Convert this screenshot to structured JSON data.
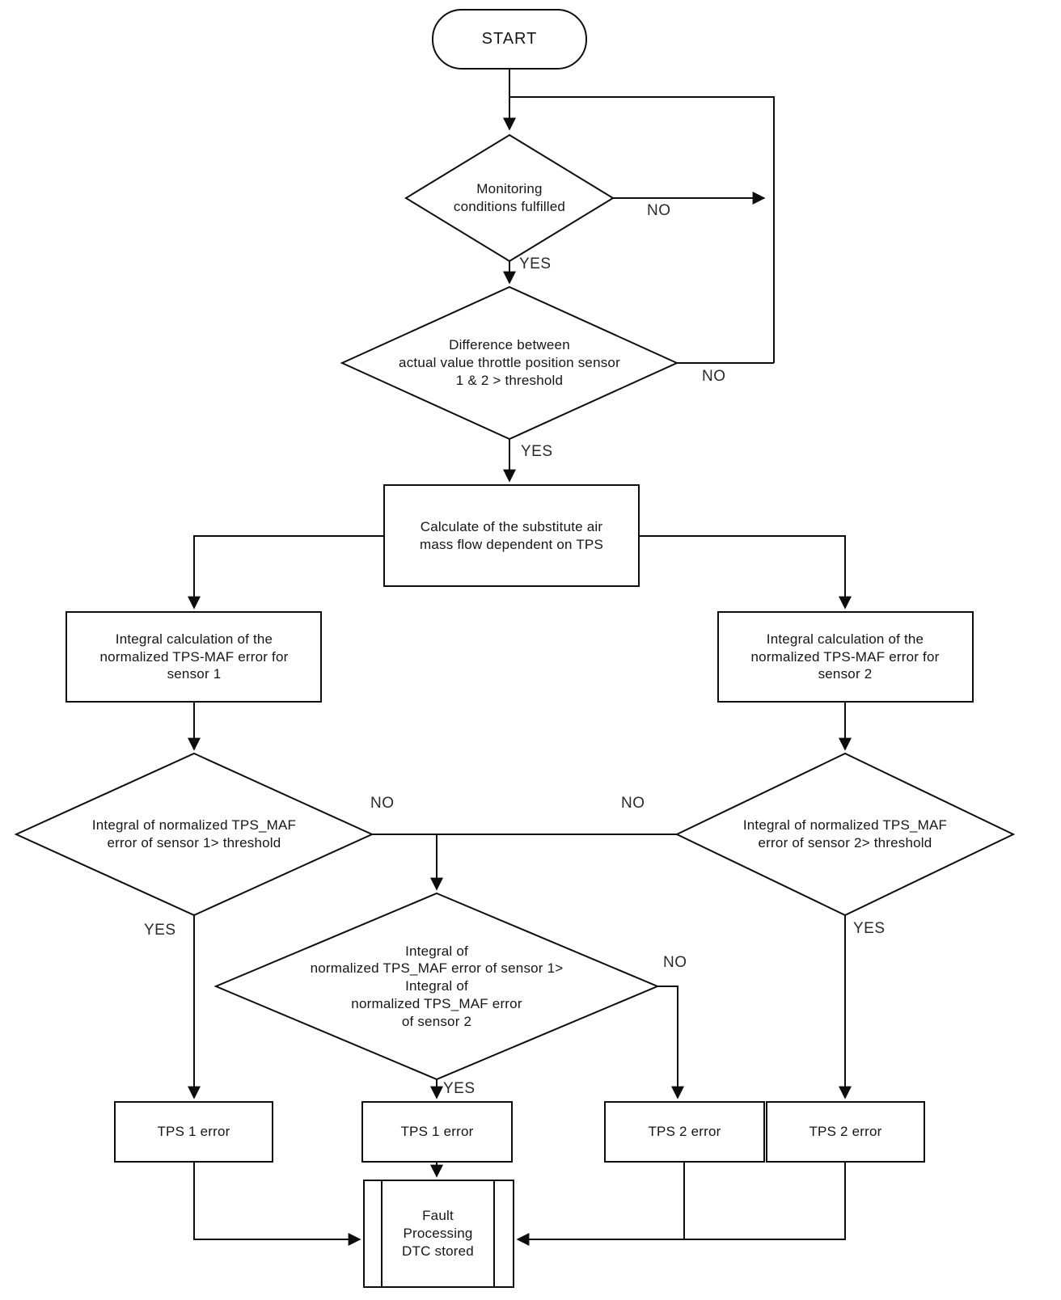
{
  "figure": {
    "background_color": "#ffffff",
    "line_color": "#0d0d0d",
    "text_color": "#161616"
  },
  "nodes": {
    "start": {
      "type": "terminator",
      "label": "START"
    },
    "monitoring_decision": {
      "type": "decision",
      "label": "Monitoring\nconditions fulfilled"
    },
    "difference_decision": {
      "type": "decision",
      "label": "Difference between\nactual value throttle position sensor\n1 & 2 > threshold"
    },
    "calc_substitute_air": {
      "type": "process",
      "label": "Calculate of the substitute air\nmass flow dependent on TPS"
    },
    "integral_sensor1": {
      "type": "process",
      "label": "Integral calculation of the\nnormalized TPS-MAF error for\nsensor 1"
    },
    "integral_sensor2": {
      "type": "process",
      "label": "Integral calculation of the\nnormalized TPS-MAF error for\nsensor 2"
    },
    "threshold_sensor1_decision": {
      "type": "decision",
      "label": "Integral of normalized TPS_MAF\nerror of sensor 1> threshold"
    },
    "threshold_sensor2_decision": {
      "type": "decision",
      "label": "Integral of normalized TPS_MAF\nerror of sensor 2> threshold"
    },
    "compare_integrals_decision": {
      "type": "decision",
      "label": "Integral of\nnormalized TPS_MAF error of sensor 1>\nIntegral of\nnormalized TPS_MAF error\nof sensor 2"
    },
    "tps1_error_left": {
      "type": "process",
      "label": "TPS 1 error"
    },
    "tps1_error_center": {
      "type": "process",
      "label": "TPS 1 error"
    },
    "tps2_error_center": {
      "type": "process",
      "label": "TPS 2 error"
    },
    "tps2_error_right": {
      "type": "process",
      "label": "TPS 2 error"
    },
    "fault_processing": {
      "type": "predefined-process",
      "label": "Fault\nProcessing\nDTC stored"
    }
  },
  "edge_labels": {
    "monitoring_no": "NO",
    "monitoring_yes": "YES",
    "difference_no": "NO",
    "difference_yes": "YES",
    "sensor1_no": "NO",
    "sensor2_no": "NO",
    "sensor1_yes": "YES",
    "compare_no": "NO",
    "compare_yes": "YES",
    "sensor2_yes": "YES"
  }
}
